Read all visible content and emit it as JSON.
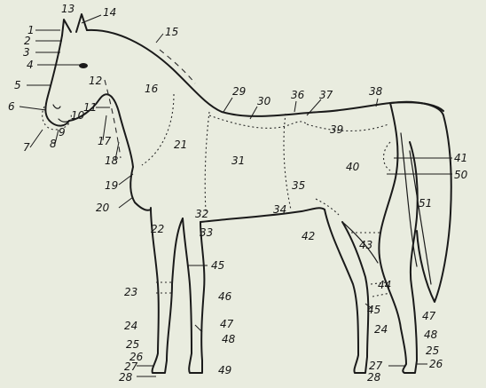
{
  "figure": {
    "labels": [
      "1",
      "2",
      "3",
      "4",
      "5",
      "6",
      "7",
      "8",
      "9",
      "10",
      "11",
      "12",
      "13",
      "14",
      "15",
      "16",
      "17",
      "18",
      "19",
      "20",
      "21",
      "22",
      "23",
      "24",
      "25",
      "26",
      "27",
      "28",
      "29",
      "30",
      "31",
      "32",
      "33",
      "34",
      "35",
      "36",
      "37",
      "38",
      "39",
      "40",
      "41",
      "42",
      "43",
      "44",
      "45",
      "46",
      "47",
      "48",
      "49",
      "50",
      "51",
      "24",
      "25",
      "26",
      "27",
      "28",
      "45",
      "47",
      "48"
    ]
  }
}
